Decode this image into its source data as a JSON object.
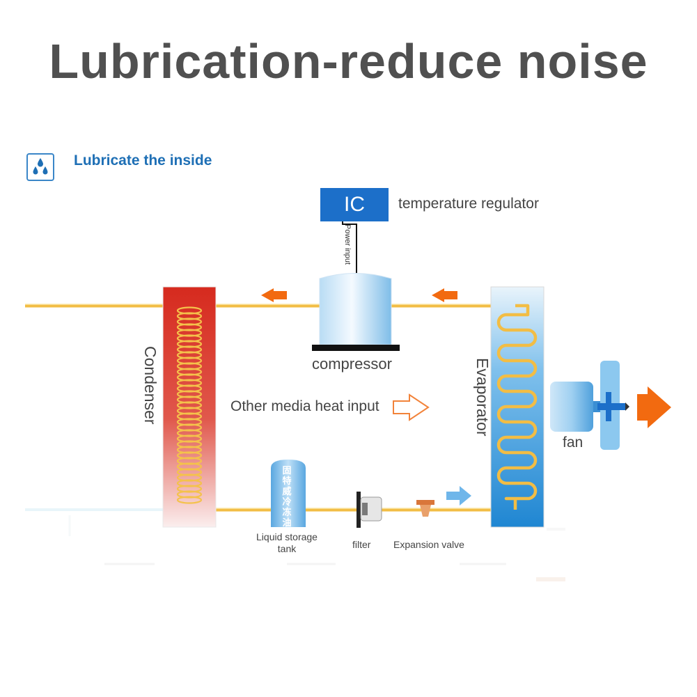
{
  "title": "Lubrication-reduce noise",
  "section": {
    "heading": "Lubricate the inside",
    "icon": "water-drops-icon"
  },
  "components": {
    "ic": "IC",
    "temperature_regulator": "temperature regulator",
    "power_input": "Power input",
    "compressor": "compressor",
    "condenser": "Condenser",
    "evaporator": "Evaporator",
    "media_heat": "Other media heat input",
    "fan": "fan",
    "tank_text": "固特威冷冻油",
    "liquid_storage_tank": "Liquid storage tank",
    "filter": "filter",
    "expansion_valve": "Expansion valve"
  },
  "colors": {
    "title": "#505050",
    "heading": "#1e6fb5",
    "pipe": "#f4c24b",
    "arrow_orange": "#f26a10",
    "arrow_blue": "#6fb6ea",
    "condenser_red": "#d62a1e",
    "evaporator_blue": "#2a8fd6",
    "ic_blue": "#1c6fc9"
  }
}
